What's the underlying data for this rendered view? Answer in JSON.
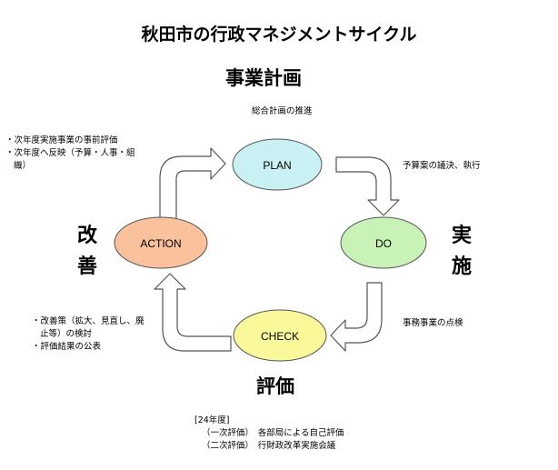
{
  "title": "秋田市の行政マネジメントサイクル",
  "stages": {
    "plan": {
      "heading": "事業計画",
      "node_label": "PLAN",
      "subtitle": "総合計画の推進",
      "fill": "#c9f0f2"
    },
    "do": {
      "heading": "実施",
      "node_label": "DO",
      "note": "予算案の議決、執行",
      "fill": "#c9f2b6"
    },
    "check": {
      "heading": "評価",
      "node_label": "CHECK",
      "note": "事務事業の点検",
      "fill": "#f9f89a"
    },
    "action": {
      "heading": "改善",
      "node_label": "ACTION",
      "fill": "#f9c29d"
    }
  },
  "notes": {
    "plan_left": [
      "・次年度実施事業の事前評価",
      "・次年度へ反映（予算・人事・組",
      "織）"
    ],
    "action_left": [
      "・改善策（拡大、見直し、廃",
      "止等）の検討",
      "・評価結果の公表"
    ]
  },
  "footer": {
    "year": "[24年度]",
    "lines": [
      "（一次評価）　各部局による自己評価",
      "（二次評価）　行財政改革実施会議"
    ]
  },
  "colors": {
    "arrow_fill": "#ffffff",
    "stroke": "#555555"
  }
}
